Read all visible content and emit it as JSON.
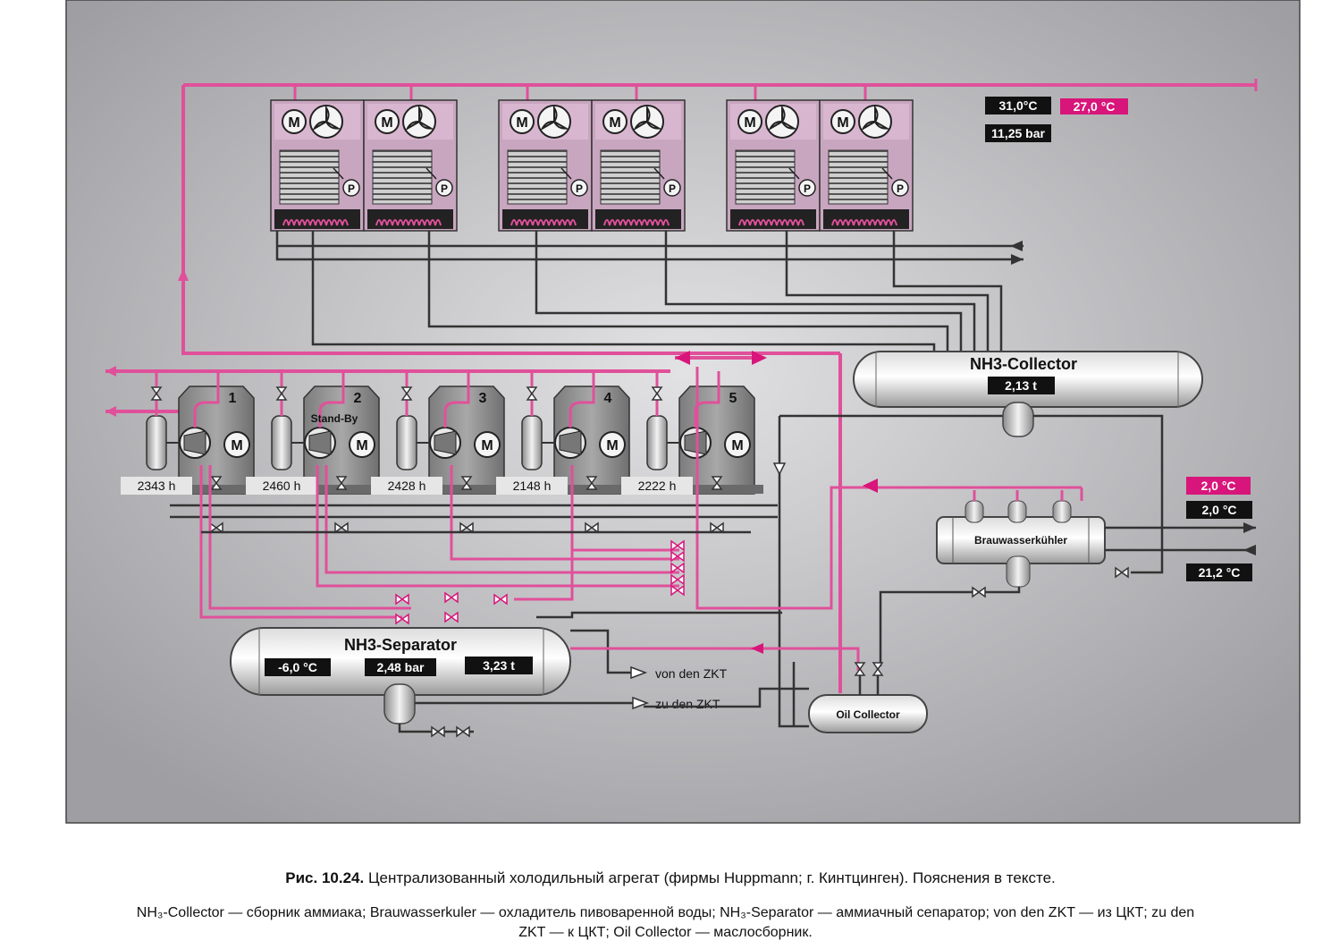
{
  "labels": {
    "nh3_collector": "NH3-Collector",
    "nh3_separator": "NH3-Separator",
    "brauwasserkuehler": "Brauwasserkühler",
    "oil_collector": "Oil Collector",
    "von_den_zkt": "von den ZKT",
    "zu_den_zkt": "zu den ZKT",
    "stand_by": "Stand-By",
    "motor_letter": "M",
    "pump_letter": "P"
  },
  "readouts": {
    "condenser_temp_1": "31,0°C",
    "condenser_temp_2": "27,0 °C",
    "condenser_pressure": "11,25 bar",
    "collector_mass": "2,13 t",
    "separator_temp": "-6,0 °C",
    "separator_pressure": "2,48 bar",
    "separator_mass": "3,23 t",
    "brew_temp_1": "2,0 °C",
    "brew_temp_2": "2,0 °C",
    "brew_temp_3": "21,2 °C"
  },
  "compressors": [
    {
      "number": "1",
      "hours": "2343 h"
    },
    {
      "number": "2",
      "hours": "2460 h"
    },
    {
      "number": "3",
      "hours": "2428 h"
    },
    {
      "number": "4",
      "hours": "2148 h"
    },
    {
      "number": "5",
      "hours": "2222 h"
    }
  ],
  "caption": {
    "label": "Рис. 10.24.",
    "text": " Централизованный холодильный агрегат (фирмы Huppmann; г. Кинтцинген). Пояснения в тексте.",
    "legend_line1": "NH₃-Collector — сборник аммиака; Brauwasserkuler — охладитель пивоваренной воды; NH₃-Separator — аммиачный сепаратор; von den ZKT — из ЦКТ; zu den",
    "legend_line2": "ZKT — к ЦКТ; Oil Collector — маслосборник."
  },
  "colors": {
    "pipe_hot": "#e0509a",
    "pipe_cold": "#333333",
    "tag_magenta": "#d8157a",
    "panel_bg": "#a9a9ad"
  },
  "icons": [
    "motor-icon",
    "fan-icon",
    "pump-icon",
    "valve-icon",
    "flow-arrow-icon"
  ]
}
